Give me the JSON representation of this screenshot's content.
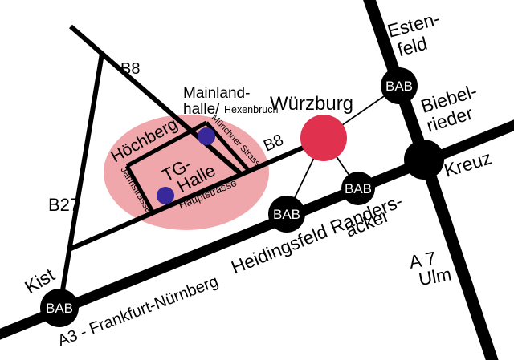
{
  "colors": {
    "road_black": "#000000",
    "town_area_pink": "#f0a7ab",
    "wuerzburg_red": "#e0314f",
    "hall_marker_blue": "#38289a",
    "bab_label_white": "#ffffff"
  },
  "roads": {
    "b8_northwest_label": "B8",
    "b8_east_label": "B8",
    "b27_label": "B27",
    "a3_label": "A3 - Frankfurt-Nürnberg",
    "a7_label_line1": "A 7",
    "a7_label_line2": "Ulm"
  },
  "streets": {
    "jahnstrasse": "Jahnstrasse",
    "hauptstrasse": "Hauptstrasse",
    "muenchner_strasse": "Münchner Strasse"
  },
  "places": {
    "wuerzburg": "Würzburg",
    "hoechberg": "Höchberg",
    "kist": "Kist",
    "estenfeld_line1": "Esten-",
    "estenfeld_line2": "feld",
    "heidingsfeld_randersacker_line1": "Heidingsfeld Randers-",
    "heidingsfeld_randersacker_line2": "acker",
    "biebelrieder_line1": "Biebel-",
    "biebelrieder_line2": "rieder",
    "biebelrieder_line3": "Kreuz"
  },
  "venues": {
    "mainlandhalle_line1": "Mainland-",
    "mainlandhalle_line2": "halle/",
    "mainlandhalle_area": "Hexenbruch",
    "tg_halle_line1": "TG-",
    "tg_halle_line2": "Halle"
  },
  "junctions": {
    "bab_label": "BAB"
  }
}
